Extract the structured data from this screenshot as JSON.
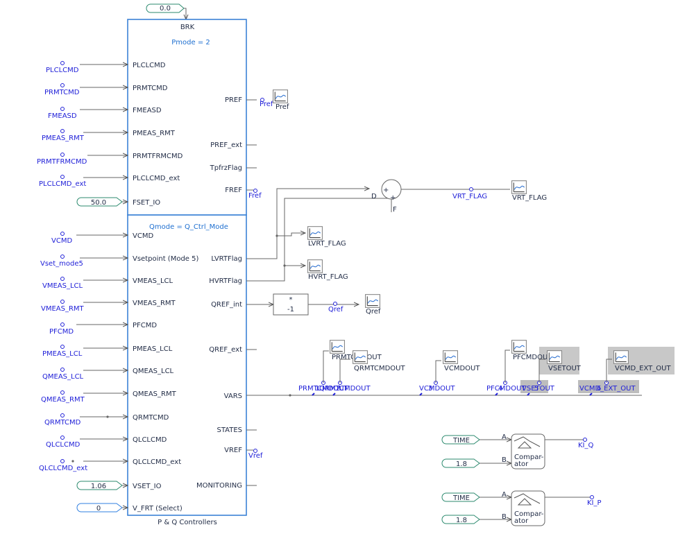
{
  "block": {
    "top_label": "BRK",
    "pmode": "Pmode = 2",
    "qmode": "Qmode = Q_Ctrl_Mode",
    "footer": "P & Q Controllers"
  },
  "left_top_inputs": [
    {
      "signal": "PLCLCMD",
      "port": "PLCLCMD"
    },
    {
      "signal": "PRMTCMD",
      "port": "PRMTCMD"
    },
    {
      "signal": "FMEASD",
      "port": "FMEASD"
    },
    {
      "signal": "PMEAS_RMT",
      "port": "PMEAS_RMT"
    },
    {
      "signal": "PRMTFRMCMD",
      "port": "PRMTFRMCMD"
    },
    {
      "signal": "PLCLCMD_ext",
      "port": "PLCLCMD_ext"
    },
    {
      "const": "50.0",
      "port": "FSET_IO"
    }
  ],
  "left_bottom_inputs": [
    {
      "signal": "VCMD",
      "port": "VCMD"
    },
    {
      "signal": "Vset_mode5",
      "port": "Vsetpoint (Mode 5)"
    },
    {
      "signal": "VMEAS_LCL",
      "port": "VMEAS_LCL"
    },
    {
      "signal": "VMEAS_RMT",
      "port": "VMEAS_RMT"
    },
    {
      "signal": "PFCMD",
      "port": "PFCMD"
    },
    {
      "signal": "PMEAS_LCL",
      "port": "PMEAS_LCL"
    },
    {
      "signal": "QMEAS_LCL",
      "port": "QMEAS_LCL"
    },
    {
      "signal": "QMEAS_RMT",
      "port": "QMEAS_RMT"
    },
    {
      "signal": "QRMTCMD",
      "port": "QRMTCMD"
    },
    {
      "signal": "QLCLCMD",
      "port": "QLCLCMD"
    },
    {
      "signal": "QLCLCMD_ext",
      "port": "QLCLCMD_ext"
    },
    {
      "const": "1.06",
      "port": "VSET_IO"
    },
    {
      "const": "0",
      "port": "V_FRT (Select)"
    }
  ],
  "top_const": "0.0",
  "right_outputs": [
    "PREF",
    "PREF_ext",
    "TpfrzFlag",
    "FREF",
    "LVRTFlag",
    "HVRTFlag",
    "QREF_int",
    "QREF_ext",
    "VARS",
    "STATES",
    "VREF",
    "MONITORING"
  ],
  "output_signals": {
    "pref": "Pref",
    "pref_meter": "Pref",
    "fref": "Fref",
    "vref": "Vref",
    "lvrt": "LVRT_FLAG",
    "hvrt": "HVRT_FLAG",
    "vrt_sig": "VRT_FLAG",
    "vrt_meter": "VRT_FLAG",
    "qref_sig": "Qref",
    "qref_meter": "Qref"
  },
  "summer": {
    "in_d": "D",
    "in_f": "F",
    "plus1": "+",
    "plus2": "+"
  },
  "gain": {
    "symbol": "*",
    "value": "-1"
  },
  "vars_bus": {
    "taps": [
      "PRMTCMDOUT",
      "QRMTCMDOUT",
      "VCMDOUT",
      "PFCMDOUT",
      "VSETOUT",
      "VCMD_EXT_OUT"
    ],
    "tap_numbers": [
      "1",
      "2",
      "3",
      "4",
      "5",
      "6"
    ],
    "meters": [
      "PRMTCMDOUT",
      "QRMTCMDOUT",
      "VCMDOUT",
      "PFCMDOUT",
      "VSETOUT",
      "VCMD_EXT_OUT"
    ]
  },
  "comparators": [
    {
      "a": "TIME",
      "b": "1.8",
      "label": "Compar-\nator",
      "out": "KI_Q",
      "port_a": "A",
      "port_b": "B"
    },
    {
      "a": "TIME",
      "b": "1.8",
      "label": "Compar-\nator",
      "out": "KI_P",
      "port_a": "A",
      "port_b": "B"
    }
  ]
}
